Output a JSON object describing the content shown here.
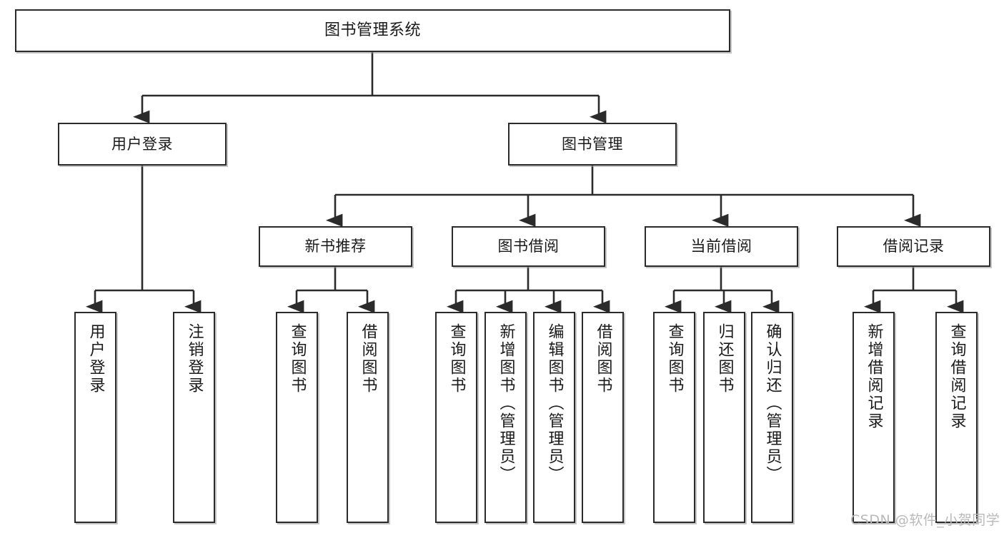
{
  "diagram": {
    "title": "图书管理系统",
    "type": "hierarchy-tree",
    "orientation": "top-down",
    "colors": {
      "box_border": "#2b2b2b",
      "box_fill": "#ffffff",
      "connector": "#2b2b2b",
      "text": "#1a1a1a",
      "watermark": "#b9b9b9",
      "background": "#ffffff"
    }
  },
  "root": {
    "label": "图书管理系统"
  },
  "level1": [
    {
      "label": "用户登录"
    },
    {
      "label": "图书管理"
    }
  ],
  "level2": [
    {
      "label": "新书推荐"
    },
    {
      "label": "图书借阅"
    },
    {
      "label": "当前借阅"
    },
    {
      "label": "借阅记录"
    }
  ],
  "leaves": {
    "user_login": [
      {
        "label": "用户登录"
      },
      {
        "label": "注销登录"
      }
    ],
    "new_book_recommend": [
      {
        "label": "查询图书"
      },
      {
        "label": "借阅图书"
      }
    ],
    "book_borrow": [
      {
        "label": "查询图书"
      },
      {
        "label": "新增图书（管理员）"
      },
      {
        "label": "编辑图书（管理员）"
      },
      {
        "label": "借阅图书"
      }
    ],
    "current_borrow": [
      {
        "label": "查询图书"
      },
      {
        "label": "归还图书"
      },
      {
        "label": "确认归还（管理员）"
      }
    ],
    "borrow_record": [
      {
        "label": "新增借阅记录"
      },
      {
        "label": "查询借阅记录"
      }
    ]
  },
  "watermark": {
    "text": "CSDN @软件_小贺同学"
  }
}
